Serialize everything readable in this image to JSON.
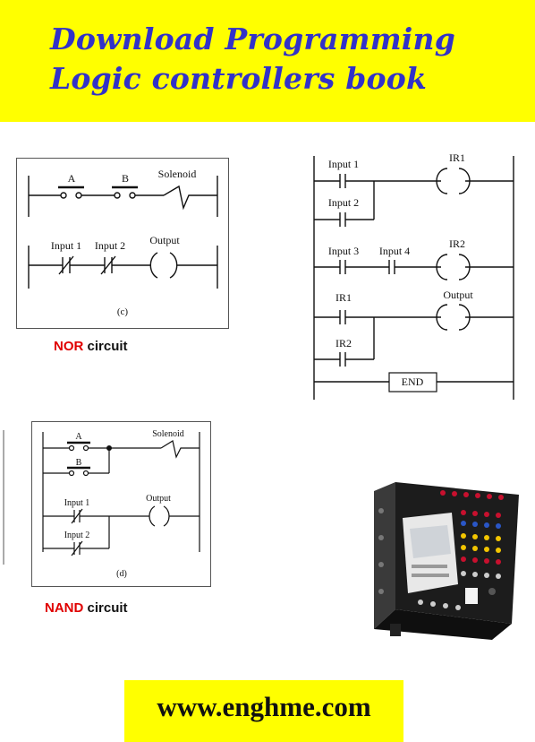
{
  "banner": {
    "line1": "Download Programming",
    "line2": "Logic controllers book",
    "bg_color": "#ffff00",
    "text_color": "#3232c8"
  },
  "diagram_c": {
    "label_a": "A",
    "label_b": "B",
    "solenoid": "Solenoid",
    "input1": "Input 1",
    "input2": "Input 2",
    "output": "Output",
    "caption": "(c)"
  },
  "nor_label": {
    "highlight": "NOR",
    "rest": " circuit"
  },
  "diagram_right": {
    "input1": "Input 1",
    "input2": "Input 2",
    "ir1_coil": "IR1",
    "input3": "Input 3",
    "input4": "Input 4",
    "ir2_coil": "IR2",
    "ir1_contact": "IR1",
    "ir2_contact": "IR2",
    "output": "Output",
    "end": "END"
  },
  "diagram_d": {
    "label_a": "A",
    "label_b": "B",
    "solenoid": "Solenoid",
    "input1": "Input 1",
    "input2": "Input 2",
    "output": "Output",
    "caption": "(d)"
  },
  "nand_label": {
    "highlight": "NAND",
    "rest": " circuit"
  },
  "plc_photo": {
    "icon": "plc-trainer-photo"
  },
  "footer": {
    "url": "www.enghme.com"
  }
}
